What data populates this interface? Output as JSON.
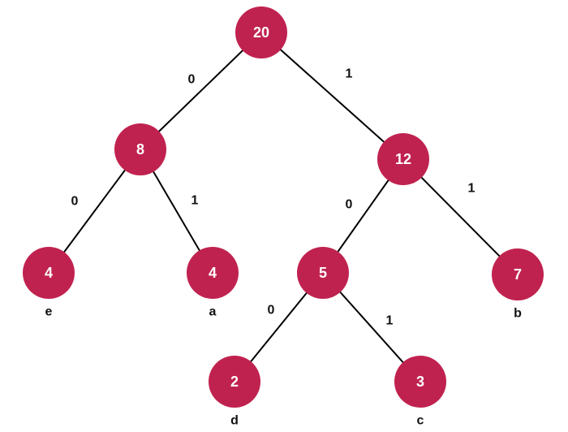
{
  "colors": {
    "node_fill": "#c0224f",
    "node_text": "#ffffff",
    "edge": "#000000",
    "label_text": "#111111"
  },
  "tree": {
    "nodes": [
      {
        "id": "n20",
        "value": "20"
      },
      {
        "id": "n8",
        "value": "8"
      },
      {
        "id": "n12",
        "value": "12"
      },
      {
        "id": "n4e",
        "value": "4",
        "symbol": "e"
      },
      {
        "id": "n4a",
        "value": "4",
        "symbol": "a"
      },
      {
        "id": "n5",
        "value": "5"
      },
      {
        "id": "n7b",
        "value": "7",
        "symbol": "b"
      },
      {
        "id": "n2d",
        "value": "2",
        "symbol": "d"
      },
      {
        "id": "n3c",
        "value": "3",
        "symbol": "c"
      }
    ],
    "edges": [
      {
        "from": "n20",
        "to": "n8",
        "bit": "0"
      },
      {
        "from": "n20",
        "to": "n12",
        "bit": "1"
      },
      {
        "from": "n8",
        "to": "n4e",
        "bit": "0"
      },
      {
        "from": "n8",
        "to": "n4a",
        "bit": "1"
      },
      {
        "from": "n12",
        "to": "n5",
        "bit": "0"
      },
      {
        "from": "n12",
        "to": "n7b",
        "bit": "1"
      },
      {
        "from": "n5",
        "to": "n2d",
        "bit": "0"
      },
      {
        "from": "n5",
        "to": "n3c",
        "bit": "1"
      }
    ]
  }
}
